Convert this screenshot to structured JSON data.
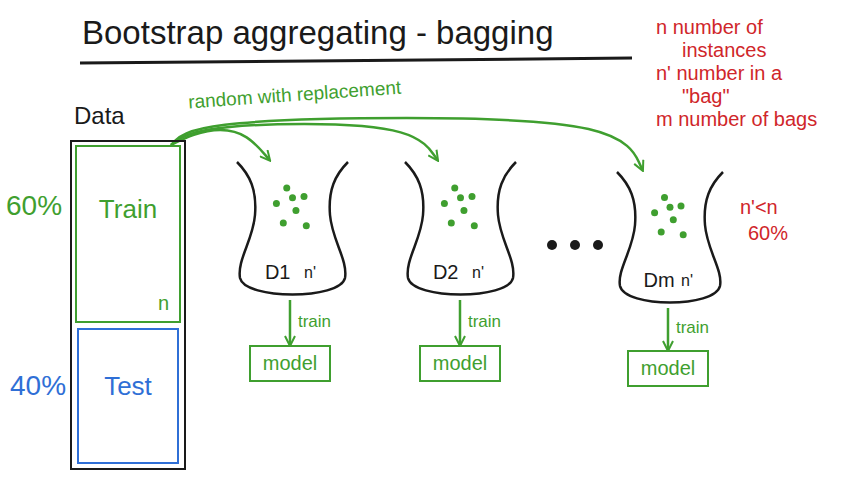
{
  "diagram": {
    "title": "Bootstrap aggregating - bagging",
    "nodes": [
      {
        "text": [
          "Data"
        ]
      },
      {
        "text": [
          "Train",
          "n"
        ],
        "in": 0
      },
      {
        "text": [
          "Test"
        ],
        "in": 0
      },
      {
        "text": [
          "D1",
          "n'"
        ]
      },
      {
        "text": [
          "D2",
          "n'"
        ]
      },
      {
        "text": [
          "Dm",
          "n'"
        ]
      },
      {
        "text": [
          "model"
        ]
      },
      {
        "text": [
          "model"
        ]
      },
      {
        "text": [
          "model"
        ]
      }
    ],
    "edges": [
      {
        "from": 1,
        "to": 3,
        "arrow": "to"
      },
      {
        "from": 1,
        "to": 4,
        "arrow": "to"
      },
      {
        "from": 1,
        "to": 5,
        "arrow": "to"
      },
      {
        "from": 3,
        "to": 6,
        "label": "train",
        "arrow": "to"
      },
      {
        "from": 4,
        "to": 7,
        "label": "train",
        "arrow": "to"
      },
      {
        "from": 5,
        "to": 8,
        "label": "train",
        "arrow": "to"
      }
    ],
    "labels": [
      "random with replacement",
      "60%",
      "40%",
      "n number of instances",
      "n' number in a \"bag\"",
      "m number of bags",
      "n'<n",
      "60%"
    ]
  }
}
